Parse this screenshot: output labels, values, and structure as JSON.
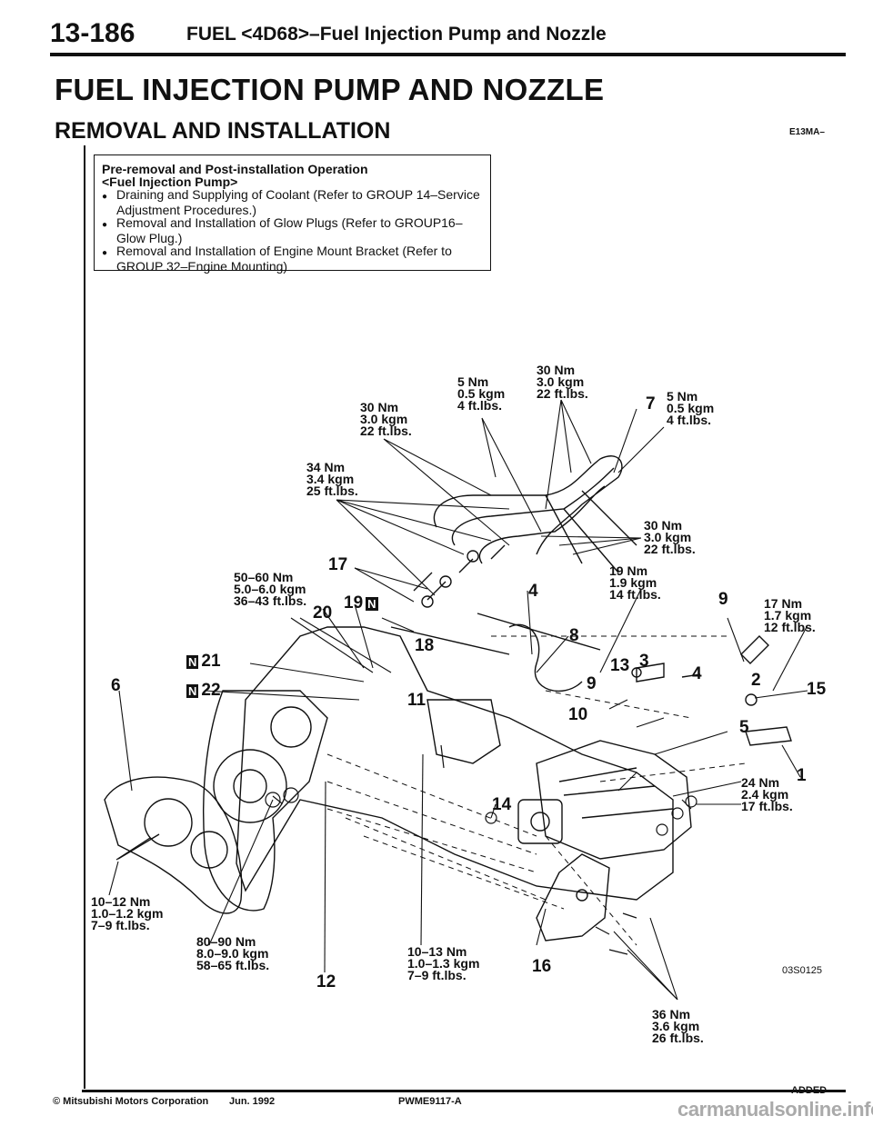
{
  "header": {
    "page_number": "13-186",
    "running_title": "FUEL <4D68>–Fuel Injection Pump and Nozzle"
  },
  "title": "FUEL INJECTION PUMP AND NOZZLE",
  "subtitle": "REMOVAL AND INSTALLATION",
  "section_code": "E13MA–",
  "pre_removal": {
    "title": "Pre-removal and Post-installation Operation",
    "subtitle": "<Fuel Injection Pump>",
    "items": [
      "Draining and Supplying of Coolant (Refer to GROUP 14–Service Adjustment Procedures.)",
      "Removal and Installation of Glow Plugs (Refer to GROUP16–Glow Plug.)",
      "Removal and Installation of Engine Mount Bracket (Refer to GROUP 32–Engine Mounting)"
    ]
  },
  "torques": {
    "t_30a": [
      "30 Nm",
      "3.0 kgm",
      "22 ft.lbs."
    ],
    "t_5a": [
      "5 Nm",
      "0.5 kgm",
      "4 ft.lbs."
    ],
    "t_30b": [
      "30 Nm",
      "3.0 kgm",
      "22 ft.lbs."
    ],
    "t_5b": [
      "5 Nm",
      "0.5 kgm",
      "4 ft.lbs."
    ],
    "t_34": [
      "34 Nm",
      "3.4 kgm",
      "25 ft.lbs."
    ],
    "t_30c": [
      "30 Nm",
      "3.0 kgm",
      "22 ft.lbs."
    ],
    "t_50": [
      "50–60 Nm",
      "5.0–6.0 kgm",
      "36–43 ft.lbs."
    ],
    "t_19": [
      "19 Nm",
      "1.9 kgm",
      "14 ft.lbs."
    ],
    "t_17": [
      "17 Nm",
      "1.7 kgm",
      "12 ft.lbs."
    ],
    "t_24": [
      "24 Nm",
      "2.4 kgm",
      "17 ft.lbs."
    ],
    "t_10_12": [
      "10–12 Nm",
      "1.0–1.2 kgm",
      "7–9 ft.lbs."
    ],
    "t_80": [
      "80–90 Nm",
      "8.0–9.0 kgm",
      "58–65 ft.lbs."
    ],
    "t_10_13": [
      "10–13 Nm",
      "1.0–1.3 kgm",
      "7–9 ft.lbs."
    ],
    "t_36": [
      "36 Nm",
      "3.6 kgm",
      "26 ft.lbs."
    ]
  },
  "callouts": {
    "n1": "1",
    "n2": "2",
    "n3": "3",
    "n4a": "4",
    "n4b": "4",
    "n5": "5",
    "n6": "6",
    "n7": "7",
    "n8": "8",
    "n9a": "9",
    "n9b": "9",
    "n10": "10",
    "n11": "11",
    "n12": "12",
    "n13": "13",
    "n14": "14",
    "n15": "15",
    "n16": "16",
    "n17": "17",
    "n18": "18",
    "n19": "19",
    "n20": "20",
    "n21": "21",
    "n22": "22",
    "n_mark": "N"
  },
  "figure_code": "03S0125",
  "footer": {
    "copyright": "© Mitsubishi Motors Corporation",
    "date": "Jun. 1992",
    "doc_code": "PWME9117-A",
    "added": "ADDED"
  },
  "watermark": "carmanualsonline.info"
}
